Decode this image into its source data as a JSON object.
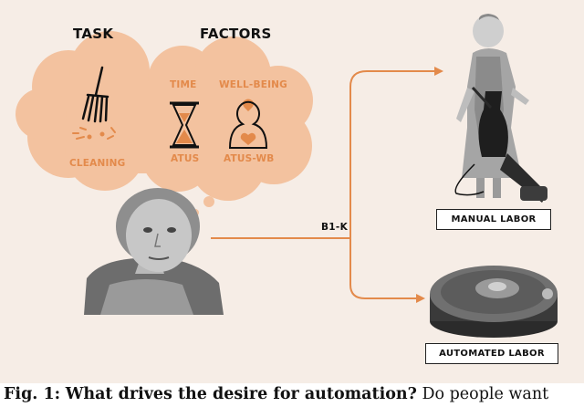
{
  "headers": {
    "task": "TASK",
    "factors": "FACTORS"
  },
  "cloud_labels": {
    "time": "TIME",
    "well_being": "WELL-BEING",
    "cleaning": "CLEANING",
    "atus": "ATUS",
    "atus_wb": "ATUS-WB"
  },
  "edge_label": "B1-K",
  "outcomes": {
    "manual": "MANUAL LABOR",
    "automated": "AUTOMATED LABOR"
  },
  "caption": {
    "prefix": "Fig. 1:",
    "question": "What drives the desire for automation?",
    "text": "Do people want"
  },
  "colors": {
    "accent": "#e38a4b",
    "cloud": "#f3c29f",
    "background": "#f6ede6"
  },
  "icons": [
    "broom-icon",
    "hourglass-icon",
    "person-heart-icon",
    "woman-portrait",
    "woman-vacuum-photo",
    "robot-vacuum-photo"
  ]
}
